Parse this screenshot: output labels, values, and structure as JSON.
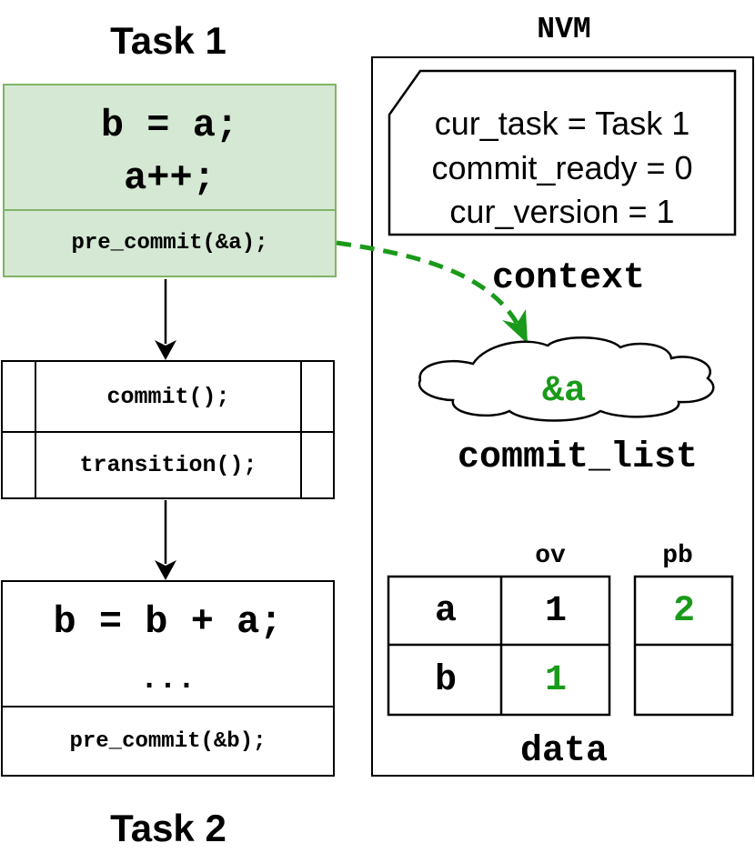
{
  "task1": {
    "title": "Task 1",
    "code_line1": "b = a;",
    "code_line2": "a++;",
    "precommit": "pre_commit(&a);"
  },
  "middle": {
    "commit": "commit();",
    "transition": "transition();"
  },
  "task2": {
    "title": "Task 2",
    "code_line1": "b = b + a;",
    "code_line2": "...",
    "precommit": "pre_commit(&b);"
  },
  "nvm": {
    "title": "NVM",
    "context": {
      "line1": "cur_task = Task 1",
      "line2": "commit_ready = 0",
      "line3": "cur_version = 1",
      "label": "context"
    },
    "commit_list": {
      "item": "&a",
      "label": "commit_list"
    },
    "data": {
      "col_ov": "ov",
      "col_pb": "pb",
      "rows": [
        {
          "name": "a",
          "ov": "1",
          "pb": "2"
        },
        {
          "name": "b",
          "ov": "1",
          "pb": ""
        }
      ],
      "label": "data"
    }
  },
  "colors": {
    "green_text": "#1a9a1a",
    "green_fill": "#d5e8d4",
    "green_border": "#82b366",
    "arrow_green": "#1a9a1a"
  }
}
